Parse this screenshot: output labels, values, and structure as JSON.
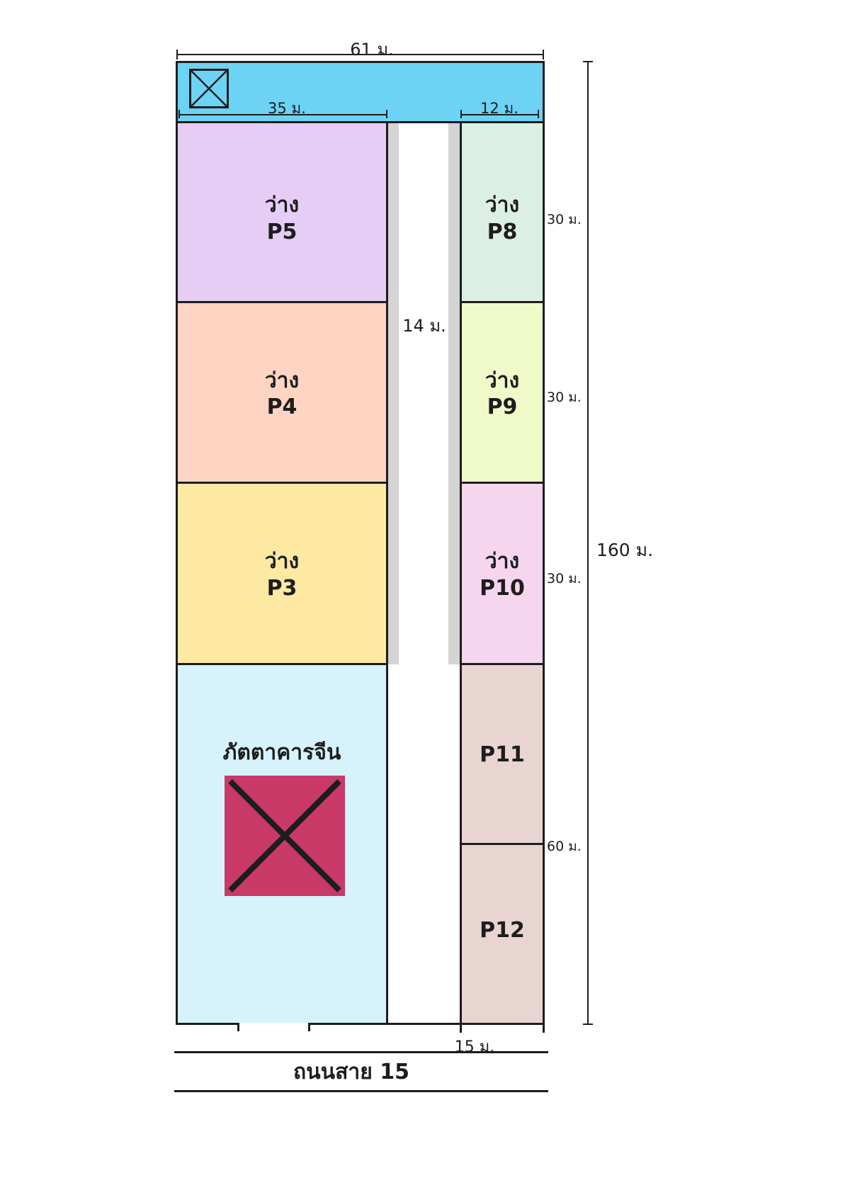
{
  "dimensions": {
    "total_width": "61 ม.",
    "left_width": "35 ม.",
    "right_width": "12 ม.",
    "road_width": "14 ม.",
    "plot_depth_p8": "30 ม.",
    "plot_depth_p9": "30 ม.",
    "plot_depth_p10": "30 ม.",
    "plot_depth_p11_p12": "60 ม.",
    "total_length": "160 ม.",
    "bottom_width": "15 ม."
  },
  "plots": {
    "p5": {
      "status": "ว่าง",
      "code": "P5",
      "color": "#e6cdf5"
    },
    "p4": {
      "status": "ว่าง",
      "code": "P4",
      "color": "#fdd5c2"
    },
    "p3": {
      "status": "ว่าง",
      "code": "P3",
      "color": "#fde9a2"
    },
    "p8": {
      "status": "ว่าง",
      "code": "P8",
      "color": "#dcefe4"
    },
    "p9": {
      "status": "ว่าง",
      "code": "P9",
      "color": "#effac8"
    },
    "p10": {
      "status": "ว่าง",
      "code": "P10",
      "color": "#f6d5ef"
    },
    "p11": {
      "code": "P11",
      "color": "#e8d5d2"
    },
    "p12": {
      "code": "P12",
      "color": "#e8d5d2"
    },
    "restaurant": {
      "label": "ภัตตาคารจีน",
      "color": "#d6f3fc",
      "marker_color": "#c93a68"
    }
  },
  "top_strip": {
    "color": "#6dd3f5"
  },
  "road_name": "ถนนสาย 15"
}
